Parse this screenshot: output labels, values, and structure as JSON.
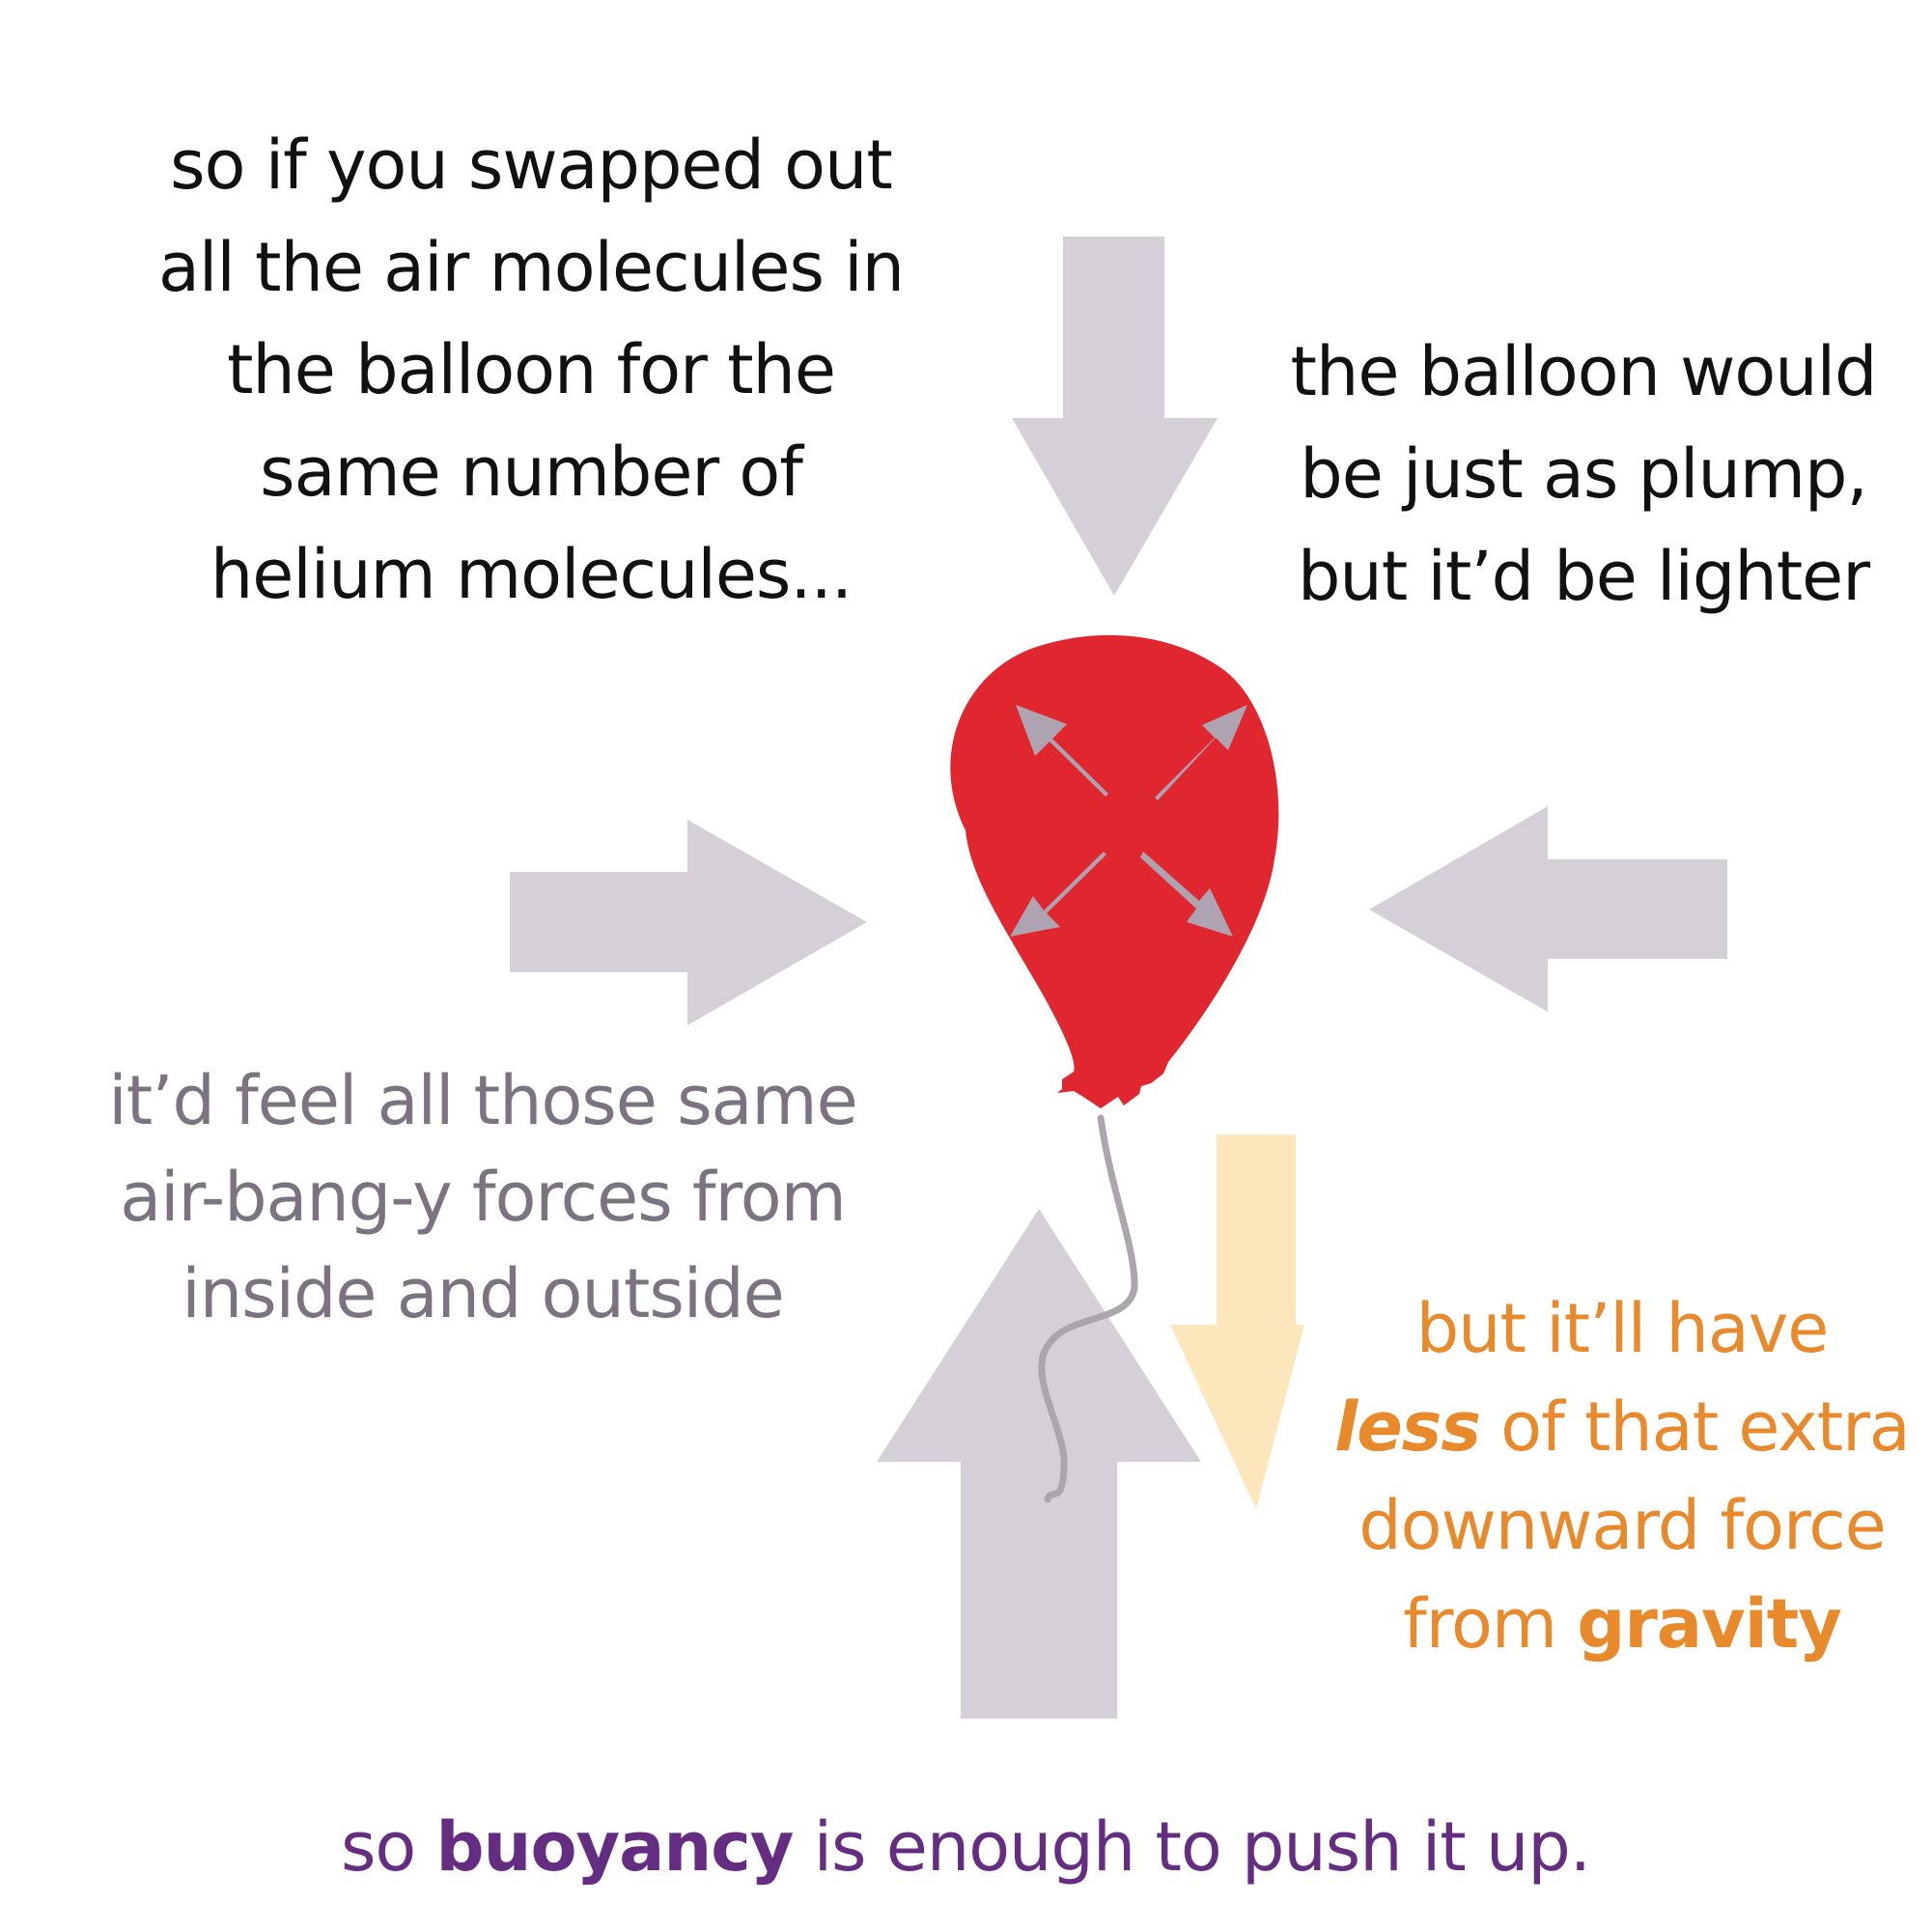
{
  "captions": {
    "top_left": {
      "lines": [
        "so if you swapped out",
        "all the air molecules in",
        "the balloon for the",
        "same number of",
        "helium molecules..."
      ]
    },
    "top_right": {
      "lines": [
        "the balloon would",
        "be just as plump,",
        "but it’d be lighter"
      ]
    },
    "middle_left": {
      "lines": [
        "it’d feel all those same",
        "air-bang-y forces from",
        "inside and outside"
      ]
    },
    "bottom_right": {
      "line1": "but it’ll have",
      "line2_emphasis": "less",
      "line2_rest": " of that extra",
      "line3": "downward force",
      "line4_prefix": "from ",
      "line4_emphasis": "gravity"
    },
    "bottom": {
      "prefix": "so ",
      "emphasis": "buoyancy",
      "rest": " is enough to push it up."
    }
  },
  "colors": {
    "balloon": "#e0262f",
    "force_arrow": "#d5d0d8",
    "inner_arrow": "#aea4b1",
    "gravity_arrow": "#fde5bc",
    "string": "#aaa6ab",
    "text_main": "#111111",
    "text_gray": "#7b737f",
    "text_orange": "#e8892b",
    "text_purple": "#652d82"
  }
}
